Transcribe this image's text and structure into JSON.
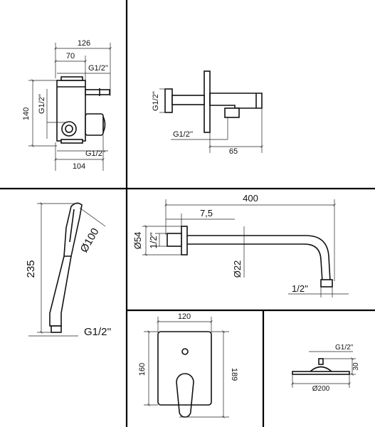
{
  "panel_box": {
    "dim_width_total": "126",
    "dim_width_inner": "70",
    "dim_thread_top": "G1/2''",
    "dim_height": "140",
    "dim_thread_left": "G1/2''",
    "dim_thread_bottom": "G1/2''",
    "dim_width_bottom": "104"
  },
  "panel_side": {
    "dim_thread_vertical": "G1/2''",
    "dim_thread_bottom": "G1/2''",
    "dim_depth": "65"
  },
  "panel_handshower": {
    "dim_height": "235",
    "dim_diameter": "Ø100",
    "dim_thread": "G1/2''"
  },
  "panel_arm": {
    "dim_length": "400",
    "dim_offset": "7,5",
    "dim_flange": "Ø54",
    "dim_thread_vertical": "1/2''",
    "dim_tube": "Ø22",
    "dim_thread_bottom": "1/2''"
  },
  "panel_plate": {
    "dim_width": "120",
    "dim_height_inner": "160",
    "dim_height_outer": "189"
  },
  "panel_showerhead": {
    "dim_thread": "G1/2''",
    "dim_height": "30",
    "dim_diameter": "Ø200"
  }
}
